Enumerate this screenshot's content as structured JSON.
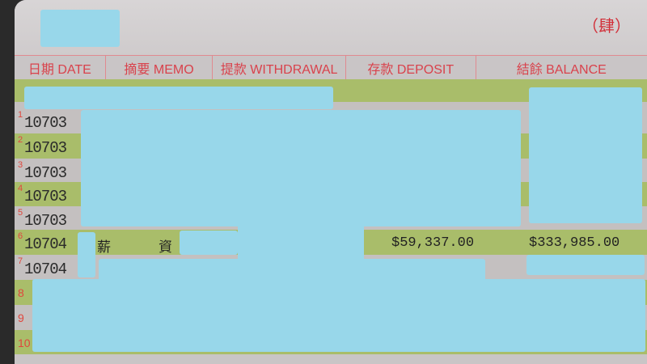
{
  "seal": "（肆）",
  "header": {
    "date": "日期 DATE",
    "memo": "摘要 MEMO",
    "withdrawal": "提款 WITHDRAWAL",
    "deposit": "存款 DEPOSIT",
    "balance": "結餘 BALANCE"
  },
  "rows": [
    {
      "n": "1",
      "date": "10703"
    },
    {
      "n": "2",
      "date": "10703"
    },
    {
      "n": "3",
      "date": "10703"
    },
    {
      "n": "4",
      "date": "10703"
    },
    {
      "n": "5",
      "date": "10703"
    },
    {
      "n": "6",
      "date": "10704",
      "memo_a": "薪",
      "memo_b": "資",
      "deposit": "$59,337.00",
      "balance": "$333,985.00"
    },
    {
      "n": "7",
      "date": "10704"
    },
    {
      "n": "8"
    },
    {
      "n": "9"
    },
    {
      "n": "10"
    }
  ]
}
